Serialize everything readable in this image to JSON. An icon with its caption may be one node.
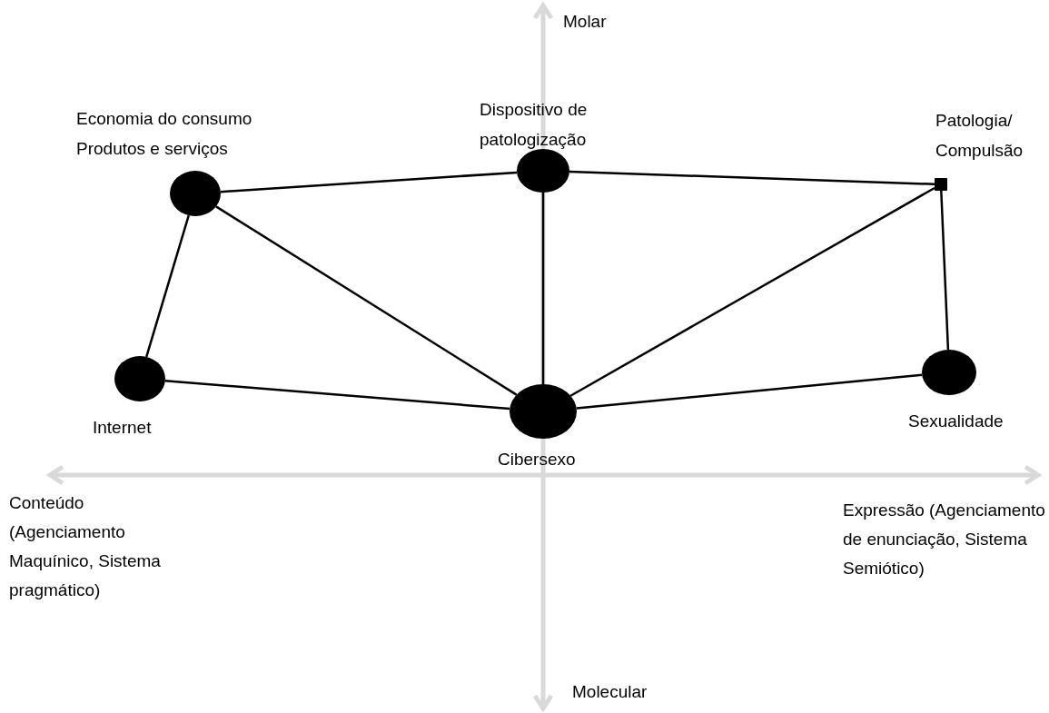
{
  "diagram": {
    "nodes": [
      {
        "text": [
          "Economia do consumo",
          "Produtos e serviços"
        ]
      },
      {
        "text": [
          "Dispositivo de patologização"
        ]
      },
      {
        "text": [
          "Patologia/ Compulsão"
        ]
      },
      {
        "text": [
          "Internet"
        ]
      },
      {
        "text": [
          "Cibersexo"
        ]
      },
      {
        "text": [
          "Sexualidade"
        ]
      }
    ],
    "edges": [
      {
        "from": 0,
        "to": 1,
        "arrow": "none"
      },
      {
        "from": 1,
        "to": 2,
        "arrow": "none"
      },
      {
        "from": 0,
        "to": 3,
        "arrow": "none"
      },
      {
        "from": 0,
        "to": 4,
        "arrow": "none"
      },
      {
        "from": 1,
        "to": 4,
        "arrow": "none"
      },
      {
        "from": 2,
        "to": 4,
        "arrow": "none"
      },
      {
        "from": 2,
        "to": 5,
        "arrow": "none"
      },
      {
        "from": 3,
        "to": 4,
        "arrow": "none"
      },
      {
        "from": 4,
        "to": 5,
        "arrow": "none"
      }
    ],
    "labels": [
      "Molar",
      "Conteúdo (Agenciamento Maquínico, Sistema pragmático)",
      "Expressão (Agenciamento de enunciação, Sistema Semiótico)",
      "Molecular"
    ]
  }
}
